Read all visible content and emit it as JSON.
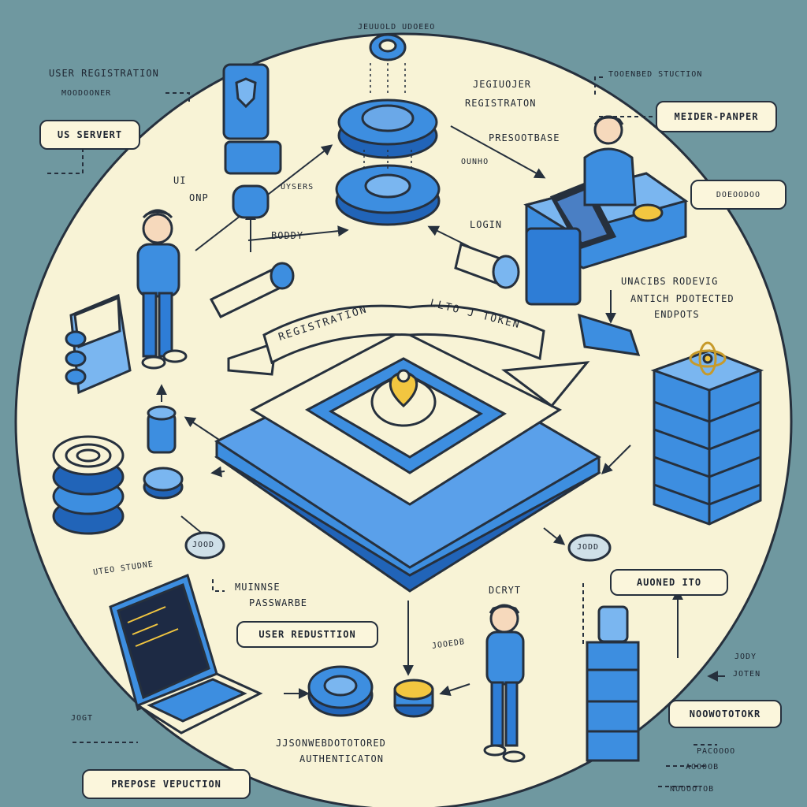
{
  "labels": {
    "user_registration_top": "USER REGISTRATION",
    "moodoonet": "MOODOONER",
    "us_servert": "US SERVERT",
    "ui": "UI",
    "onp": "ONP",
    "uysers": "UYSERS",
    "token_caption_top": "JEUUOLD UDOEEO",
    "jegiuoler": "JEGIUOJER",
    "registraton": "REGISTRATON",
    "presdotbase": "PRESOOTBASE",
    "ouno": "OUNHO",
    "tokenbed_stuction": "TOOENBED STUCTION",
    "meider_panper": "MEIDER-PANPER",
    "side_note": "DOEOODOO",
    "boddy": "BODDY",
    "login": "LOGIN",
    "unacibs": "UNACIBS RODEVIG",
    "antich_protected": "ANTICH PDOTECTED",
    "endpoints": "ENDPOTS",
    "ribbon_left": "REGISTRATION",
    "ribbon_right": "LLTO J TOKEN",
    "auoned": "AUONED ITO",
    "uteo_studne": "UTEO STUDNE",
    "muinnse": "MUINNSE",
    "passwarbe": "PASSWARBE",
    "user_reduction": "USER REDUSTTION",
    "dcryt": "DCRYT",
    "jooedb": "JOOEDB",
    "jsonweb": "JJSONWEBDOTOTORED",
    "authentication": "AUTHENTICATON",
    "jogt": "JOGT",
    "propose_vepuction": "PREPOSE VEPUCTION",
    "jody": "JODY",
    "joten": "JOTEN",
    "nodwoto": "NOOWOTOTOKR",
    "pacoodo": "PACOOOO",
    "aooonob": "AOOOOB",
    "noodotob": "NOOOOTOB",
    "chip_left": "JOOD",
    "chip_right": "JODD"
  },
  "colors": {
    "background": "#6f98a0",
    "circle": "#f8f3d6",
    "blue": "#3d8ee0",
    "blue_dark": "#2164b8",
    "outline": "#26303d",
    "accent_yellow": "#f2c640"
  }
}
